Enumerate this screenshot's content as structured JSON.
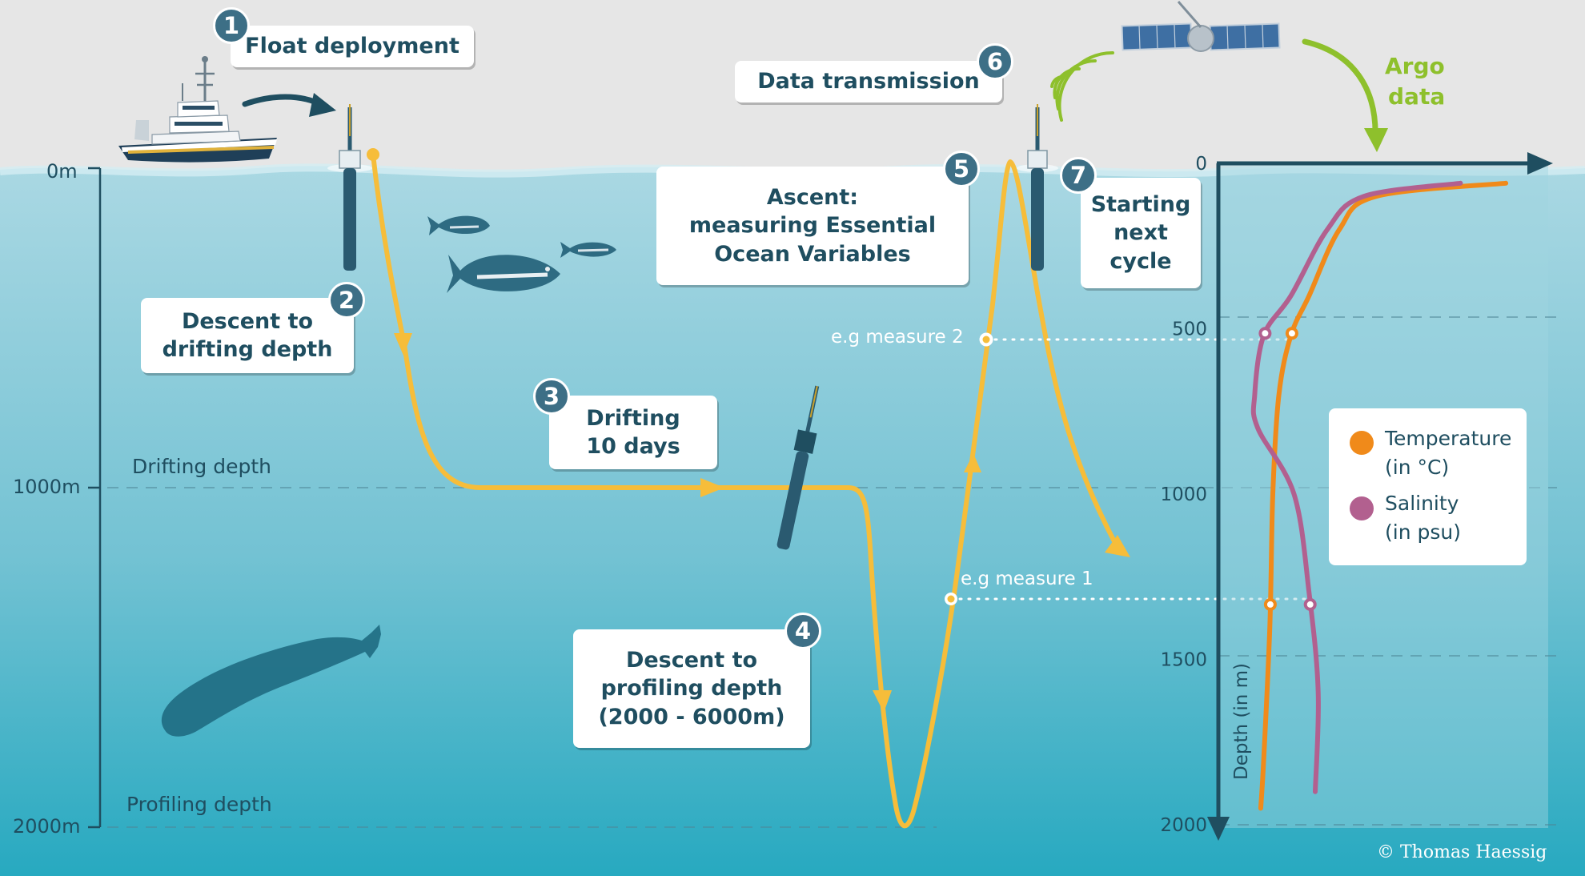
{
  "colors": {
    "sky": "#e6e6e6",
    "water_top": "#a9d7e2",
    "water_bottom": "#26a8bf",
    "dark_teal": "#1f4e60",
    "float_path": "#f6bd3a",
    "temperature": "#f08a1a",
    "salinity": "#b2608f",
    "argo_data_arrow": "#8ec02c"
  },
  "steps": [
    {
      "number": "1",
      "lines": [
        "Float deployment"
      ]
    },
    {
      "number": "2",
      "lines": [
        "Descent to",
        "drifting depth"
      ]
    },
    {
      "number": "3",
      "lines": [
        "Drifting",
        "10 days"
      ]
    },
    {
      "number": "4",
      "lines": [
        "Descent to",
        "profiling depth",
        "(2000 - 6000m)"
      ]
    },
    {
      "number": "5",
      "lines": [
        "Ascent:",
        "measuring Essential",
        "Ocean Variables"
      ]
    },
    {
      "number": "6",
      "lines": [
        "Data transmission"
      ]
    },
    {
      "number": "7",
      "lines": [
        "Starting",
        "next",
        "cycle"
      ]
    }
  ],
  "depth_scale": {
    "labels": [
      "0m",
      "1000m",
      "2000m"
    ],
    "drifting_depth_label": "Drifting depth",
    "profiling_depth_label": "Profiling depth"
  },
  "measures": [
    "e.g measure 1",
    "e.g measure 2"
  ],
  "argo_data_label": [
    "Argo",
    "data"
  ],
  "chart_data": {
    "type": "line",
    "ylabel": "Depth (in m)",
    "y_ticks": [
      "0",
      "500",
      "1000",
      "1500",
      "2000"
    ],
    "ylim": [
      2000,
      0
    ],
    "grid": true,
    "legend_position": "right",
    "series": [
      {
        "name": "Temperature (in °C)",
        "legend_lines": [
          "Temperature",
          "(in °C)"
        ],
        "depth": [
          60,
          100,
          200,
          400,
          520,
          700,
          1000,
          1400,
          1800,
          1950
        ],
        "value": [
          0.95,
          0.52,
          0.4,
          0.3,
          0.24,
          0.2,
          0.18,
          0.17,
          0.15,
          0.14
        ]
      },
      {
        "name": "Salinity (in psu)",
        "legend_lines": [
          "Salinity",
          "(in psu)"
        ],
        "depth": [
          60,
          100,
          200,
          400,
          520,
          700,
          800,
          1000,
          1300,
          1600,
          1900
        ],
        "value": [
          0.8,
          0.48,
          0.36,
          0.24,
          0.15,
          0.12,
          0.13,
          0.25,
          0.3,
          0.33,
          0.32
        ]
      }
    ]
  },
  "credit": "© Thomas Haessig"
}
